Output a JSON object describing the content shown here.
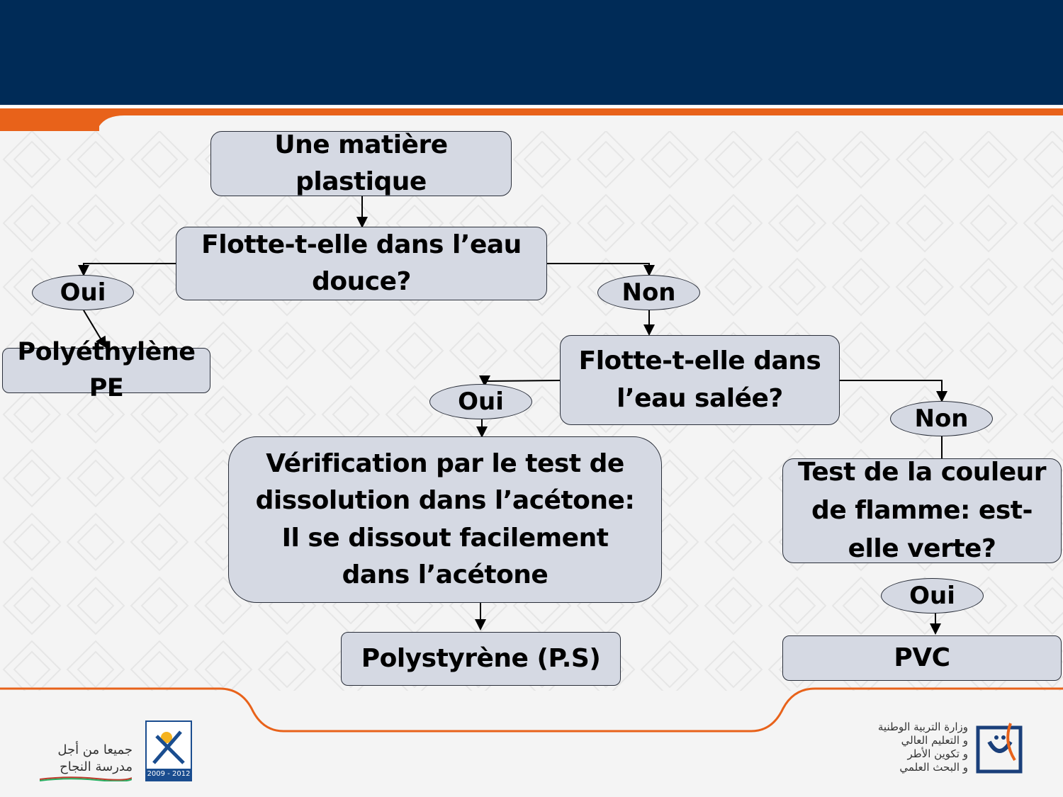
{
  "nodes": {
    "start": "Une matière plastique",
    "q_fresh": "Flotte-t-elle dans l’eau douce?",
    "pe": "Polyéthylène PE",
    "q_salt": "Flotte-t-elle dans l’eau salée?",
    "check_ps": "Vérification par le test de dissolution dans l’acétone: Il se dissout facilement dans l’acétone",
    "ps": "Polystyrène (P.S)",
    "q_flame": "Test de la couleur de flamme: est-elle verte?",
    "pvc": "PVC"
  },
  "labels": {
    "yes1": "Oui",
    "no1": "Non",
    "yes2": "Oui",
    "no2": "Non",
    "yes3": "Oui"
  },
  "logos": {
    "left_line1": "جميعا من أجل",
    "left_line2": "مدرسة النجاح",
    "left_years": "2009 - 2012",
    "right_line1": "وزارة التربية الوطنية",
    "right_line2": "و التعليم العالي",
    "right_line3": "و تكوين الأطر",
    "right_line4": "و البحث العلمي"
  },
  "colors": {
    "header": "#002b57",
    "accent": "#e8621a",
    "box_fill": "#d5d9e3"
  }
}
